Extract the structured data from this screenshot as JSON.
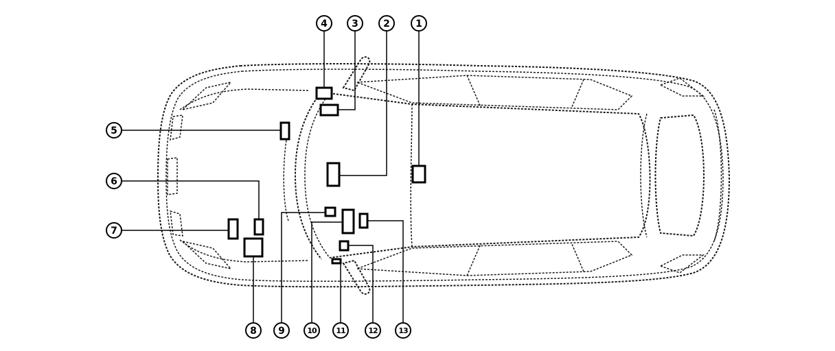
{
  "diagram": {
    "callouts": [
      {
        "id": 1,
        "label": "1"
      },
      {
        "id": 2,
        "label": "2"
      },
      {
        "id": 3,
        "label": "3"
      },
      {
        "id": 4,
        "label": "4"
      },
      {
        "id": 5,
        "label": "5"
      },
      {
        "id": 6,
        "label": "6"
      },
      {
        "id": 7,
        "label": "7"
      },
      {
        "id": 8,
        "label": "8"
      },
      {
        "id": 9,
        "label": "9"
      },
      {
        "id": 10,
        "label": "10"
      },
      {
        "id": 11,
        "label": "11"
      },
      {
        "id": 12,
        "label": "12"
      },
      {
        "id": 13,
        "label": "13"
      }
    ],
    "colors": {
      "line": "#000000",
      "background": "#ffffff"
    }
  }
}
